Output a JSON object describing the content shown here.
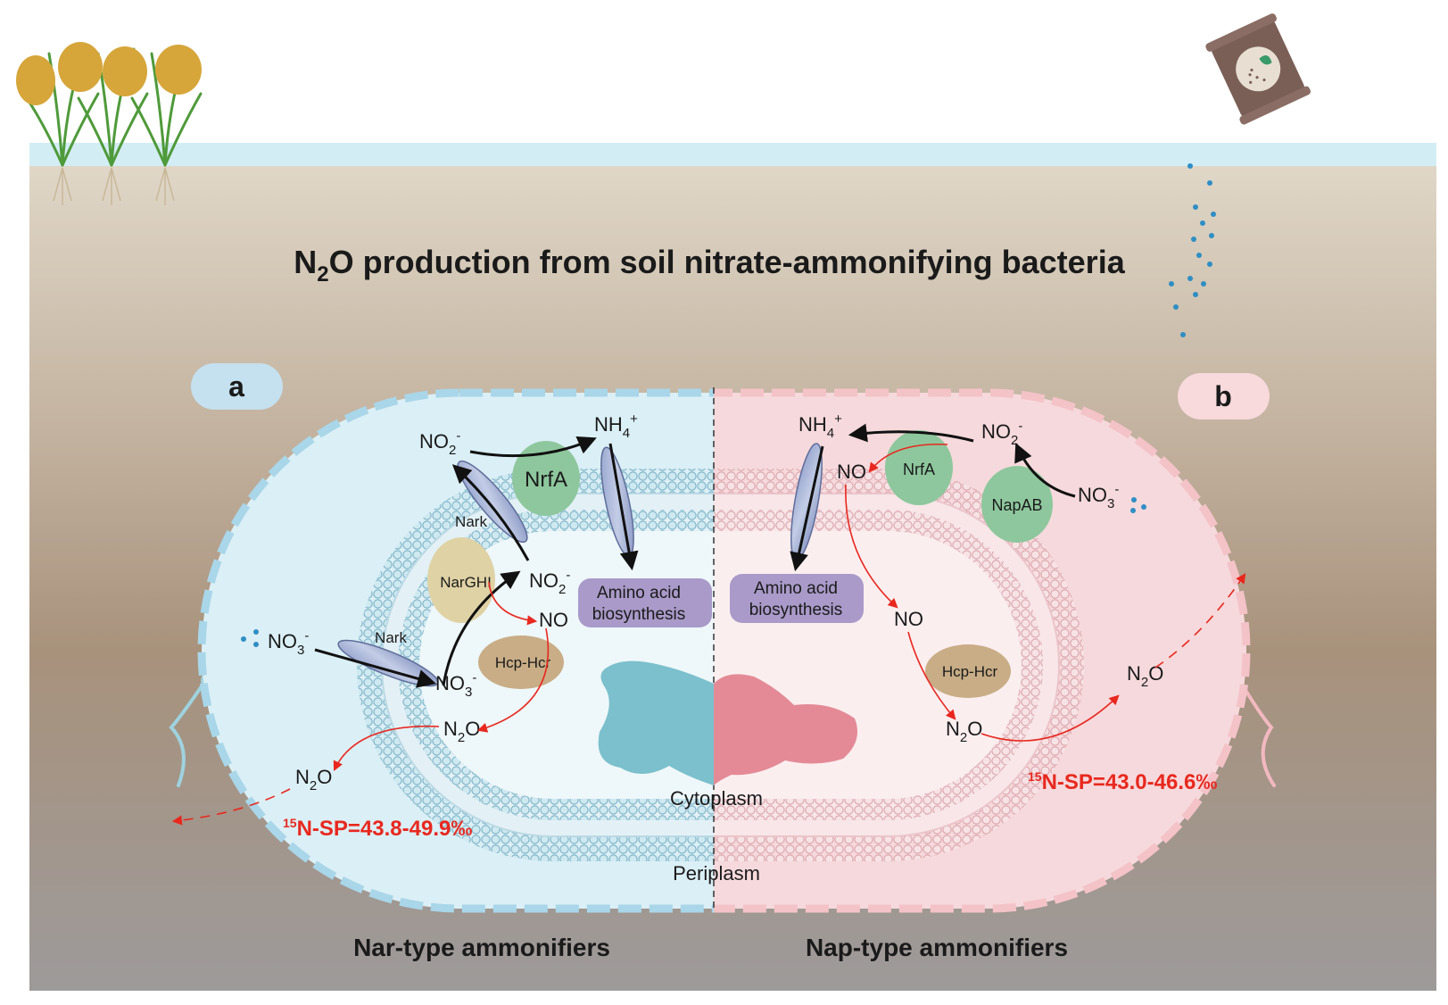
{
  "title": {
    "main": "N",
    "sub": "2",
    "rest": "O production from soil nitrate-ammonifying bacteria"
  },
  "panels": {
    "a": {
      "badge": "a",
      "caption": "Nar-type ammonifiers",
      "color": "#a9d6e8"
    },
    "b": {
      "badge": "b",
      "caption": "Nap-type ammonifiers",
      "color": "#f3c3c8"
    }
  },
  "compartments": {
    "cytoplasm": "Cytoplasm",
    "periplasm": "Periplasm"
  },
  "chem": {
    "n": "N",
    "o": "O",
    "no": "NO",
    "no2": "NO",
    "no3": "NO",
    "nh4": "NH",
    "sub2": "2",
    "sub3": "3",
    "sub4": "4",
    "minus": "-",
    "plus": "+"
  },
  "enzymes": {
    "nrfa": "NrfA",
    "nark": "Nark",
    "narghi": "NarGHI",
    "hcp_hcr": "Hcp-Hcr",
    "napab": "NapAB",
    "amino_line1": "Amino acid",
    "amino_line2": "biosynthesis"
  },
  "isotope": {
    "a": {
      "sup": "15",
      "text": "N-SP=43.8-49.9‰"
    },
    "b": {
      "sup": "15",
      "text": "N-SP=43.0-46.6‰"
    }
  },
  "icons": [
    "rice-plant-icon",
    "fertilizer-bag-icon",
    "nitrate-droplets-icon",
    "flagellum-icon"
  ],
  "colors": {
    "water": "#d3edf5",
    "soil_top": "#ddd4c4",
    "soil_mid": "#aa9580",
    "soil_bottom": "#9a9696",
    "arrow_red": "#e8281e",
    "nrfa": "#8ec79d",
    "narghi": "#dfd2a5",
    "hcp": "#c8ad86",
    "amino": "#a99ac9"
  }
}
